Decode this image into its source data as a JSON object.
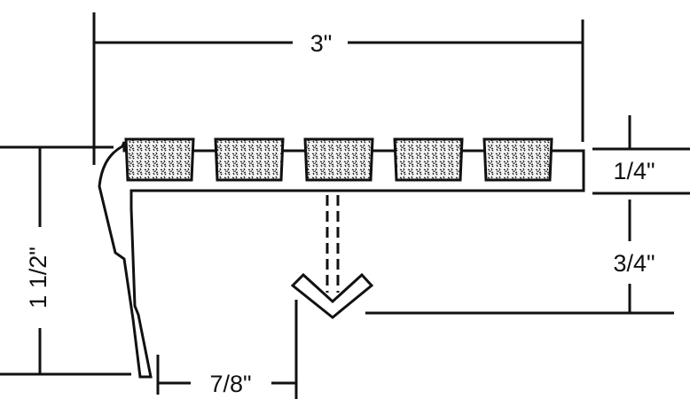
{
  "dimensions": {
    "width_top": "3\"",
    "insert_thickness": "1/4\"",
    "insert_depth": "3/4\"",
    "nose_height": "1 1/2\"",
    "nose_depth": "7/8\""
  },
  "grit_inserts": {
    "count": 5
  },
  "colors": {
    "line": "#111111",
    "background": "#ffffff",
    "grit": "#111111"
  }
}
